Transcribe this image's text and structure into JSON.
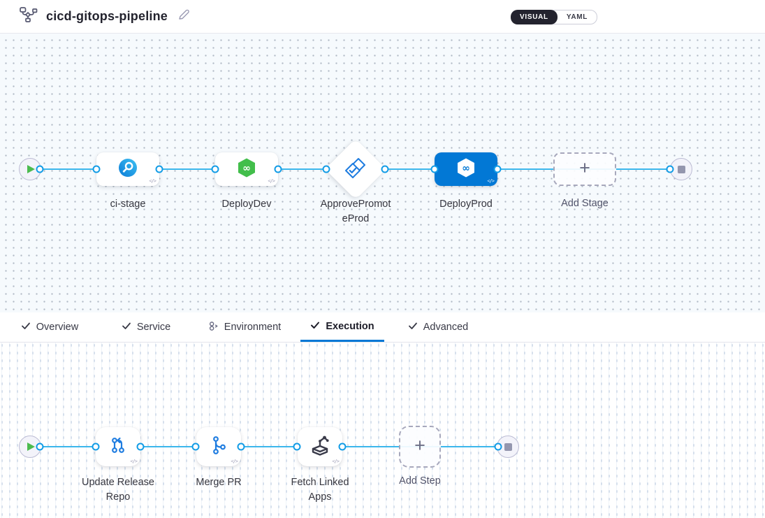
{
  "header": {
    "title": "cicd-gitops-pipeline",
    "view_toggle": {
      "visual_label": "VISUAL",
      "yaml_label": "YAML",
      "active": "VISUAL"
    }
  },
  "icons": {
    "plus": "+",
    "code_badge": "</>"
  },
  "stage_pipeline": {
    "stages": [
      {
        "id": "ci-stage",
        "label": "ci-stage",
        "type": "ci-build-stage",
        "selected": false
      },
      {
        "id": "DeployDev",
        "label": "DeployDev",
        "type": "cd-deploy-stage",
        "selected": false
      },
      {
        "id": "ApprovePromoteProd",
        "label": "ApprovePromot\neProd",
        "type": "approval-stage",
        "selected": false
      },
      {
        "id": "DeployProd",
        "label": "DeployProd",
        "type": "cd-deploy-stage",
        "selected": true
      }
    ],
    "add_stage_label": "Add Stage"
  },
  "tab_bar": {
    "tabs": [
      {
        "label": "Overview",
        "status_icon": "check",
        "active": false
      },
      {
        "label": "Service",
        "status_icon": "check",
        "active": false
      },
      {
        "label": "Environment",
        "status_icon": "environment",
        "active": false
      },
      {
        "label": "Execution",
        "status_icon": "check",
        "active": true
      },
      {
        "label": "Advanced",
        "status_icon": "check",
        "active": false
      }
    ]
  },
  "execution_graph": {
    "steps": [
      {
        "id": "Update Release Repo",
        "label": "Update Release\nRepo",
        "type": "update-release-repo"
      },
      {
        "id": "Merge PR",
        "label": "Merge PR",
        "type": "merge-pr"
      },
      {
        "id": "Fetch Linked Apps",
        "label": "Fetch Linked\nApps",
        "type": "fetch-linked-apps"
      }
    ],
    "add_step_label": "Add Step"
  },
  "colors": {
    "accent_blue": "#0278d5",
    "connector_blue": "#3cb7ec",
    "connector_point_blue": "#129ce6",
    "cd_green": "#42be4b",
    "play_green": "#4cbb4f",
    "selected_stage_bg": "#0278d5",
    "toggle_dark": "#23232e"
  }
}
